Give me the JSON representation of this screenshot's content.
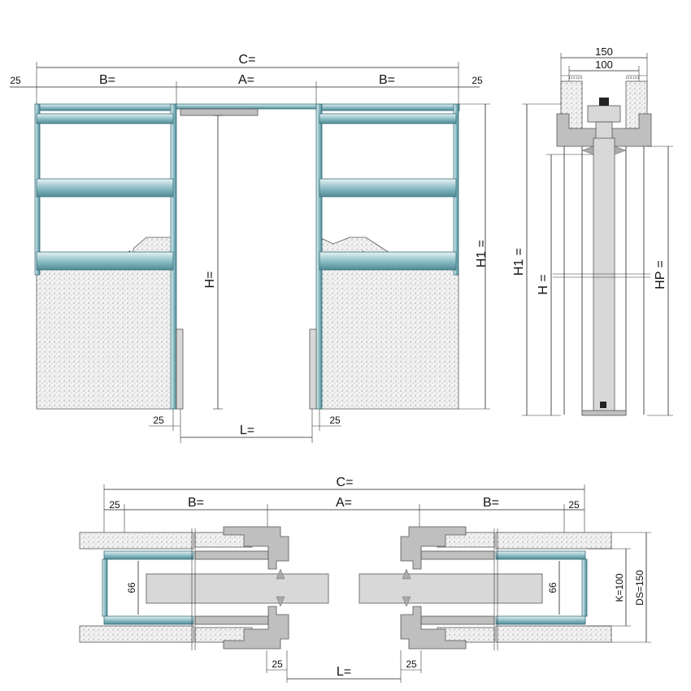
{
  "front_view": {
    "width_total": "C=",
    "frame_width_left": "B=",
    "opening_width": "A=",
    "frame_width_right": "B=",
    "edge_left": "25",
    "edge_right": "25",
    "frame_height": "H1 =",
    "door_height": "H=",
    "passage_width": "L=",
    "jamb_left": "25",
    "jamb_right": "25"
  },
  "side_view": {
    "outer_width": "150",
    "inner_width": "100",
    "tiny_left": "12.5 12.5",
    "tiny_right": "12.5 12.5",
    "frame_height": "H1 =",
    "door_height": "H =",
    "panel_height": "HP ="
  },
  "plan_view": {
    "width_total": "C=",
    "frame_width_left": "B=",
    "opening_width": "A=",
    "frame_width_right": "B=",
    "edge_left": "25",
    "edge_right": "25",
    "cavity_left": "66",
    "cavity_right": "66",
    "inner_thickness": "K=100",
    "wall_thickness": "DS=150",
    "passage_width": "L=",
    "jamb_left": "25",
    "jamb_right": "25"
  }
}
